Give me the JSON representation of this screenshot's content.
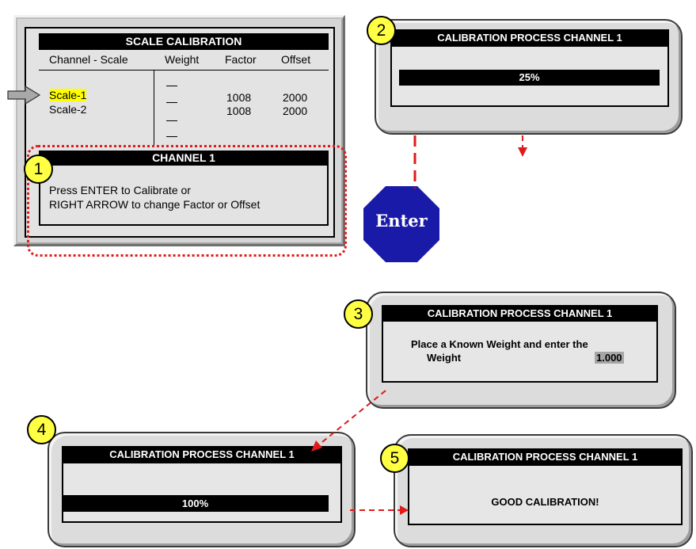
{
  "scale_calibration": {
    "title": "SCALE CALIBRATION",
    "columns": [
      "Channel - Scale",
      "Weight",
      "Factor",
      "Offset"
    ],
    "rows": [
      {
        "scale": "Scale-1",
        "factor": "1008",
        "offset": "2000"
      },
      {
        "scale": "Scale-2",
        "factor": "1008",
        "offset": "2000"
      }
    ]
  },
  "channel1": {
    "title": "CHANNEL 1",
    "line1": "Press ENTER to Calibrate or",
    "line2": "RIGHT ARROW to change Factor or Offset"
  },
  "steps": {
    "s1": "1",
    "s2": "2",
    "s3": "3",
    "s4": "4",
    "s5": "5"
  },
  "process_title": "CALIBRATION PROCESS CHANNEL 1",
  "panel2": {
    "progress_label": "25%",
    "progress": 0.25
  },
  "panel3": {
    "line1": "Place a Known Weight and enter the",
    "weight_label": "Weight",
    "weight_value": "1.000"
  },
  "panel4": {
    "progress_label": "100%",
    "progress": 1.0
  },
  "panel5": {
    "message": "GOOD CALIBRATION!"
  },
  "enter_key": {
    "label": "Enter",
    "color": "#1a1aa8"
  },
  "colors": {
    "highlight": "#ffff00",
    "arrow": "#e01a1a",
    "step_circle": "#ffff44"
  }
}
